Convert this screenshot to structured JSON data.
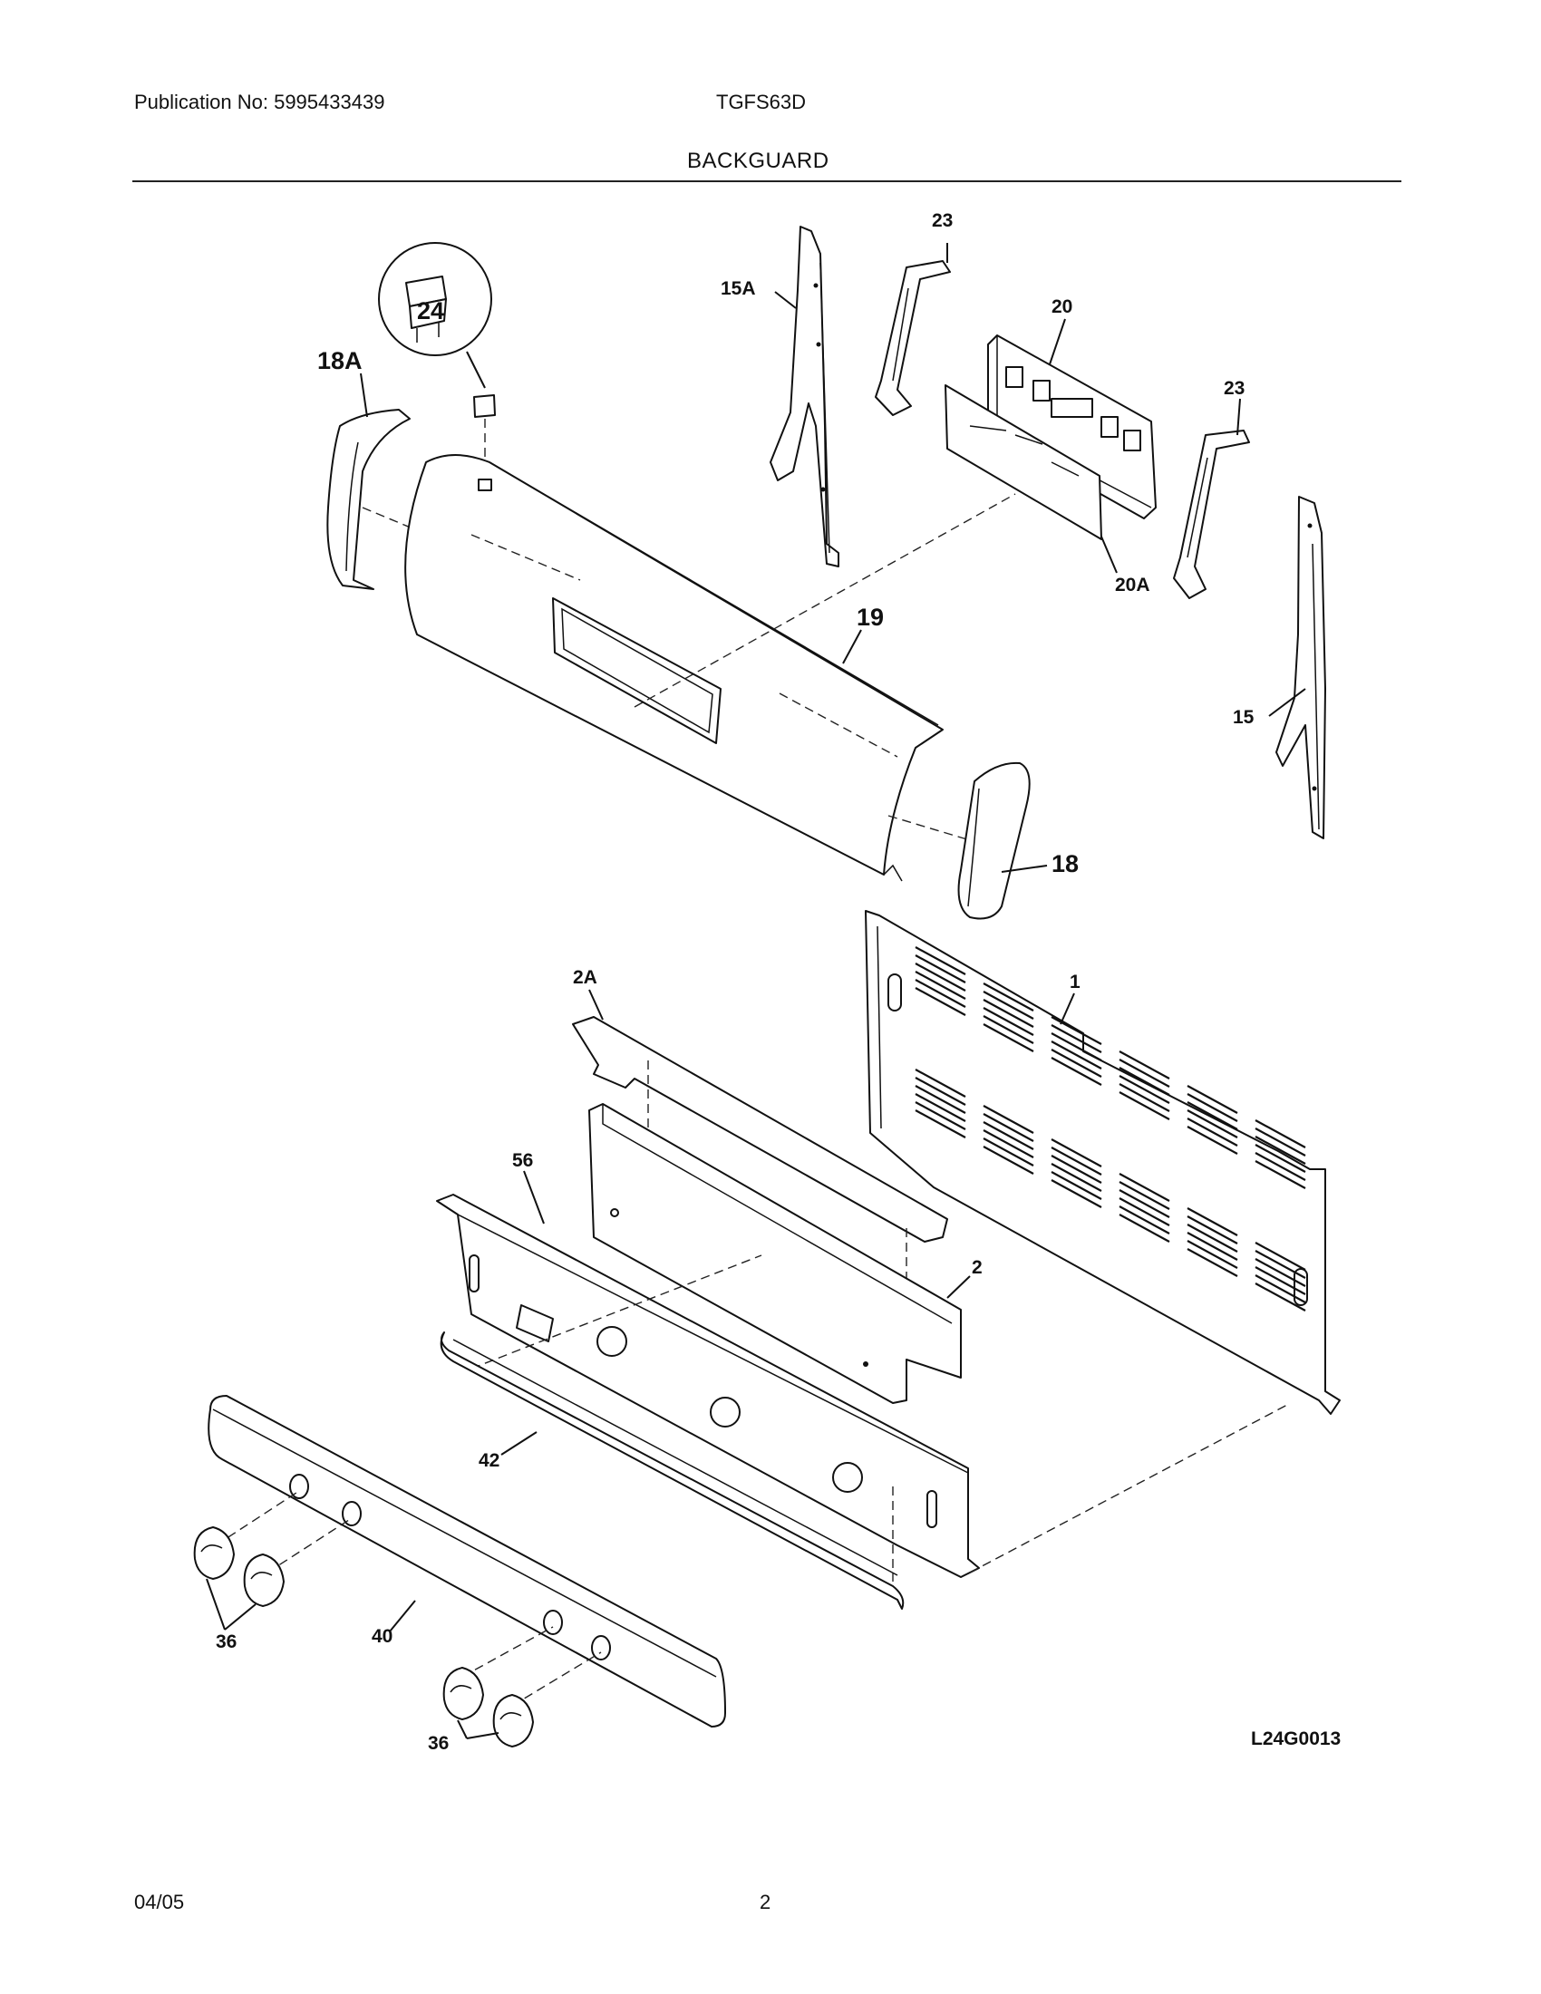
{
  "header": {
    "publication": "Publication No: 5995433439",
    "model": "TGFS63D",
    "section_title": "BACKGUARD"
  },
  "diagram": {
    "drawing_id": "L24G0013",
    "callouts": {
      "c1": "1",
      "c2": "2",
      "c2a": "2A",
      "c15": "15",
      "c15a": "15A",
      "c18": "18",
      "c18a": "18A",
      "c19": "19",
      "c20": "20",
      "c20a": "20A",
      "c23a": "23",
      "c23b": "23",
      "c24": "24",
      "c36a": "36",
      "c36b": "36",
      "c40": "40",
      "c42": "42",
      "c56": "56"
    }
  },
  "footer": {
    "date": "04/05",
    "page": "2"
  }
}
